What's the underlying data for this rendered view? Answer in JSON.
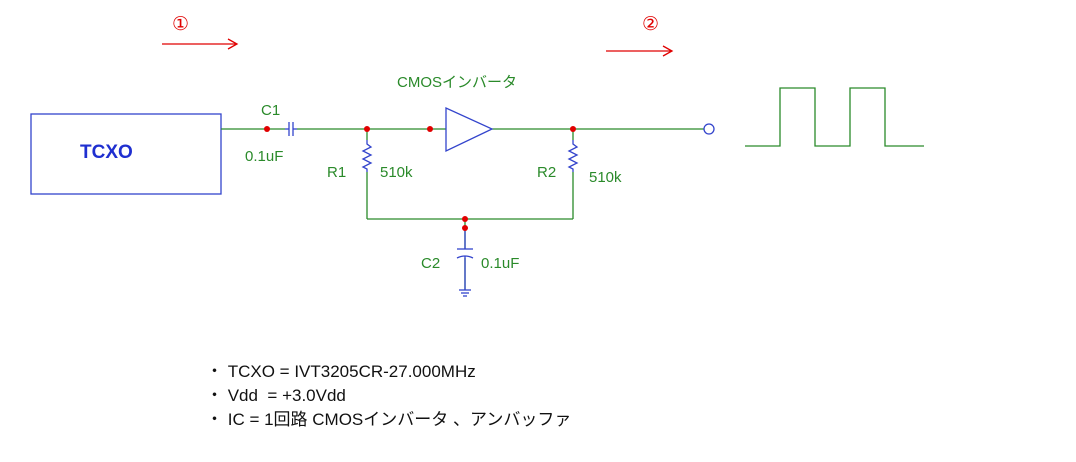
{
  "markers": {
    "m1": "①",
    "m2": "②"
  },
  "labels": {
    "tcxo": "TCXO",
    "inverter": "CMOSインバータ",
    "c1": "C1",
    "c1_value": "0.1uF",
    "r1": "R1",
    "r1_value": "510k",
    "r2": "R2",
    "r2_value": "510k",
    "c2": "C2",
    "c2_value": "0.1uF"
  },
  "notes": [
    "・ TCXO = IVT3205CR-27.000MHz",
    "・ Vdd  = +3.0Vdd",
    "・ IC = 1回路 CMOSインバータ 、アンバッファ"
  ],
  "colors": {
    "wire": "#2a8a2a",
    "component": "#3344cc",
    "node": "#e00000",
    "marker": "#e00000"
  }
}
